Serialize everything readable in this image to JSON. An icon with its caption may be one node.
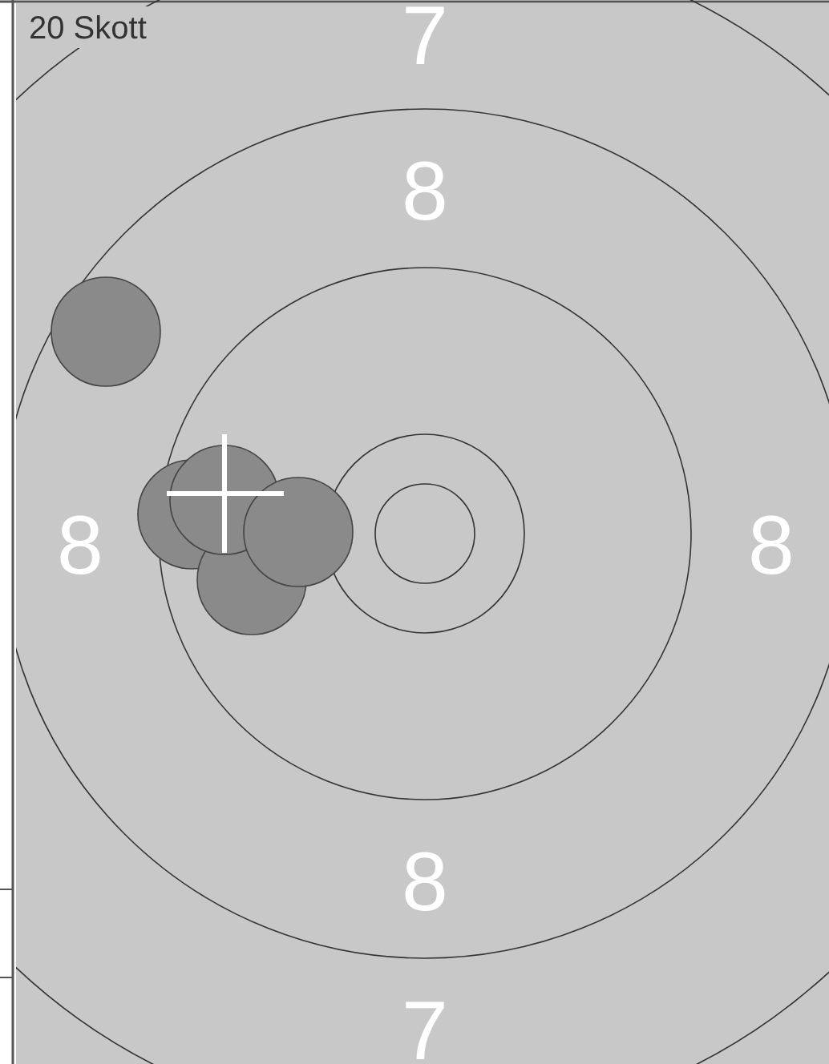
{
  "diagram": {
    "labels": [
      "20 Skott",
      "7",
      "8",
      "8",
      "8",
      "8",
      "7"
    ]
  }
}
